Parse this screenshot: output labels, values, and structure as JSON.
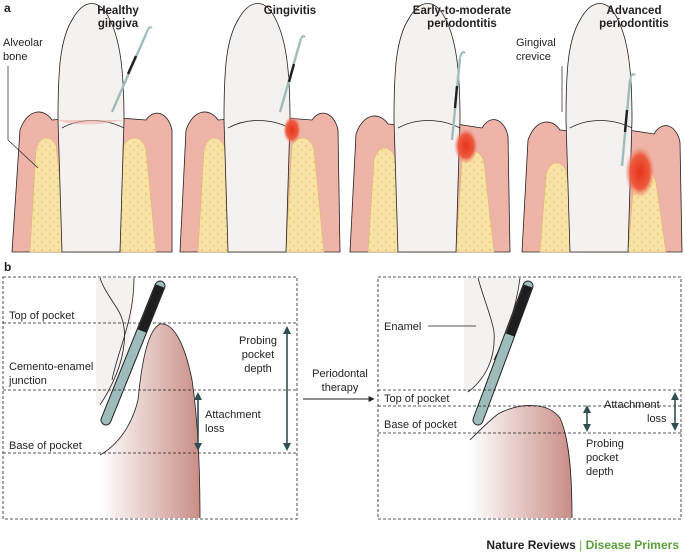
{
  "panel_a": {
    "label": "a",
    "stages": [
      {
        "title_lines": [
          "Healthy",
          "gingiva"
        ]
      },
      {
        "title_lines": [
          "Gingivitis"
        ]
      },
      {
        "title_lines": [
          "Early-to-moderate",
          "periodontitis"
        ]
      },
      {
        "title_lines": [
          "Advanced",
          "periodontitis"
        ]
      }
    ],
    "alveolar_bone_lines": [
      "Alveolar",
      "bone"
    ],
    "gingival_crevice_lines": [
      "Gingival",
      "crevice"
    ]
  },
  "panel_b": {
    "label": "b",
    "left": {
      "top_of_pocket": "Top of pocket",
      "cej_lines": [
        "Cemento-enamel",
        "junction"
      ],
      "base_of_pocket": "Base of pocket",
      "probing_lines": [
        "Probing",
        "pocket",
        "depth"
      ],
      "attachment_lines": [
        "Attachment",
        "loss"
      ]
    },
    "therapy_lines": [
      "Periodontal",
      "therapy"
    ],
    "right": {
      "enamel": "Enamel",
      "top_of_pocket": "Top of pocket",
      "base_of_pocket": "Base of pocket",
      "attachment_lines": [
        "Attachment",
        "loss"
      ],
      "probing_lines": [
        "Probing",
        "pocket",
        "depth"
      ]
    }
  },
  "footer": {
    "journal": "Nature Reviews",
    "separator": "|",
    "series": "Disease Primers"
  },
  "colors": {
    "gum": "#eeb4a8",
    "gum_dark": "#d98f84",
    "bone": "#f8e3a6",
    "tooth": "#f3efed",
    "inflammation": "#e8472e",
    "probe": "#9fbcbc",
    "series_green": "#5a9e3a"
  }
}
